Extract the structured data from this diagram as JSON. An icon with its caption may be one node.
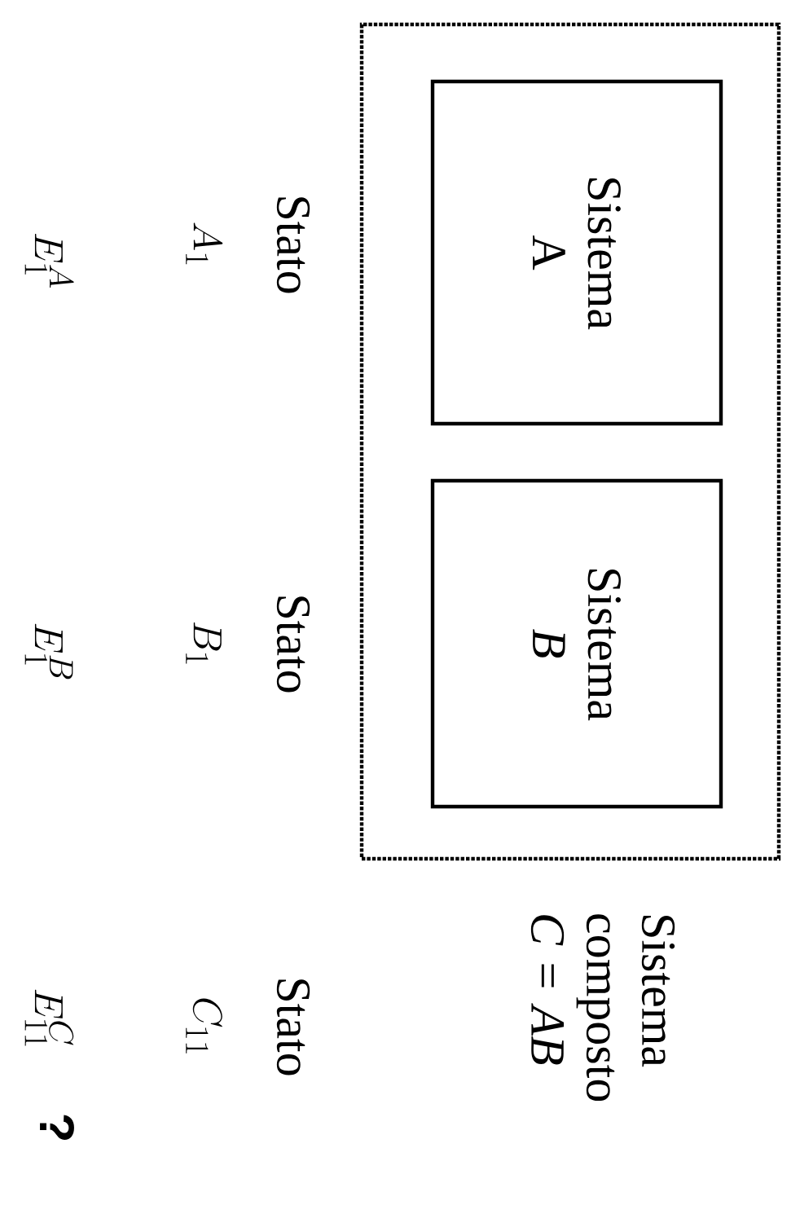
{
  "diagram": {
    "nodes": [
      {
        "text": [],
        "shape": "box"
      },
      {
        "text": [
          "Sistema A"
        ],
        "in": 0
      },
      {
        "text": [
          "Sistema *B*"
        ],
        "in": 0
      }
    ],
    "labels": [
      "Sistema composto *C* = *AB*",
      "Stato",
      "A_1",
      "Stato",
      "B_1",
      "Stato",
      "C_{11}",
      "E_1^A",
      "E_1^B",
      "E_{11}^C",
      "?"
    ]
  }
}
